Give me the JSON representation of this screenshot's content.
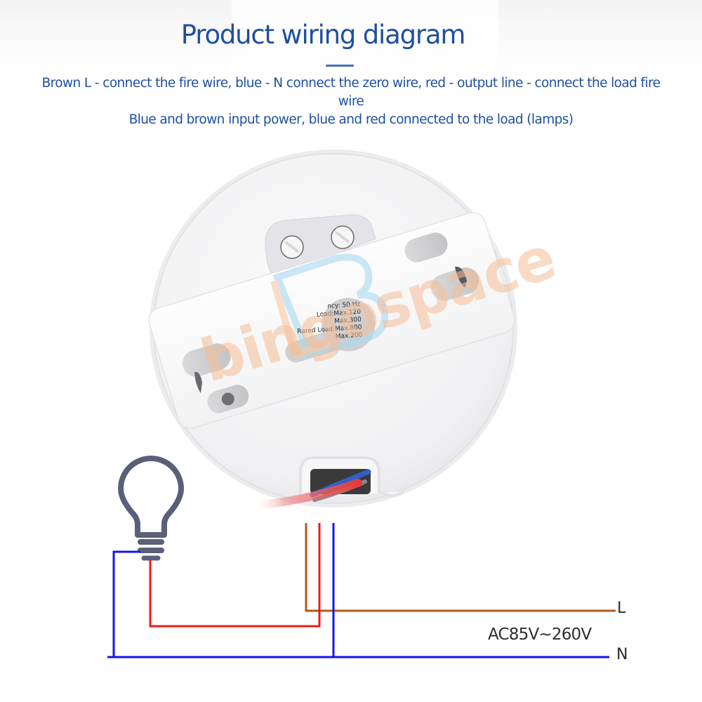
{
  "header": {
    "title": "Product wiring diagram",
    "description_lines": [
      "Brown L - connect the fire wire, blue - N connect the zero wire, red - output line - connect the load fire wire",
      "Blue and brown input power, blue and red connected to the load (lamps)"
    ]
  },
  "device": {
    "name": "sensor switch (rear view with mounting bracket)",
    "watermark": "bingospace",
    "label_lines": [
      "ncy: 50  Hz",
      "Load:Max.120",
      "Max.300",
      "Rared Load:Max.800",
      "Max.200"
    ]
  },
  "wiring": {
    "terminals": [
      {
        "id": "L",
        "label": "L",
        "wire_color": "#b5581a",
        "meaning": "fire wire"
      },
      {
        "id": "N",
        "label": "N",
        "wire_color": "#1414f0",
        "meaning": "zero wire"
      }
    ],
    "output_wire_color": "#f01818",
    "supply_voltage": "AC85V~260V",
    "load": "lamp"
  },
  "colors": {
    "title": "#1f4fa0",
    "brown_wire": "#b5581a",
    "red_wire": "#f01818",
    "blue_wire": "#1414f0",
    "bulb_icon": "#5a5f7a"
  }
}
